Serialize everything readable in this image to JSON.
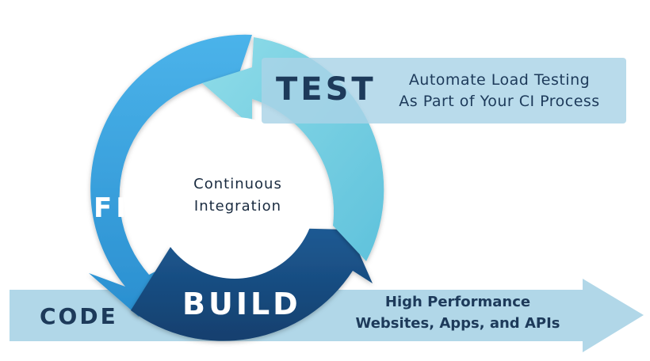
{
  "center": {
    "line1": "Continuous",
    "line2": "Integration"
  },
  "stages": {
    "test": "TEST",
    "fix": "FIX",
    "build": "BUILD"
  },
  "test_banner": {
    "line1": "Automate Load Testing",
    "line2": "As Part of Your CI Process"
  },
  "bottom_banner": {
    "code": "CODE",
    "line1": "High Performance",
    "line2": "Websites, Apps, and APIs"
  },
  "colors": {
    "test_arrow": "#79d0e0",
    "fix_arrow": "#3aa3e0",
    "build_arrow": "#1c5288",
    "banner": "#b9dcec",
    "dark_text": "#1d3a5a"
  }
}
